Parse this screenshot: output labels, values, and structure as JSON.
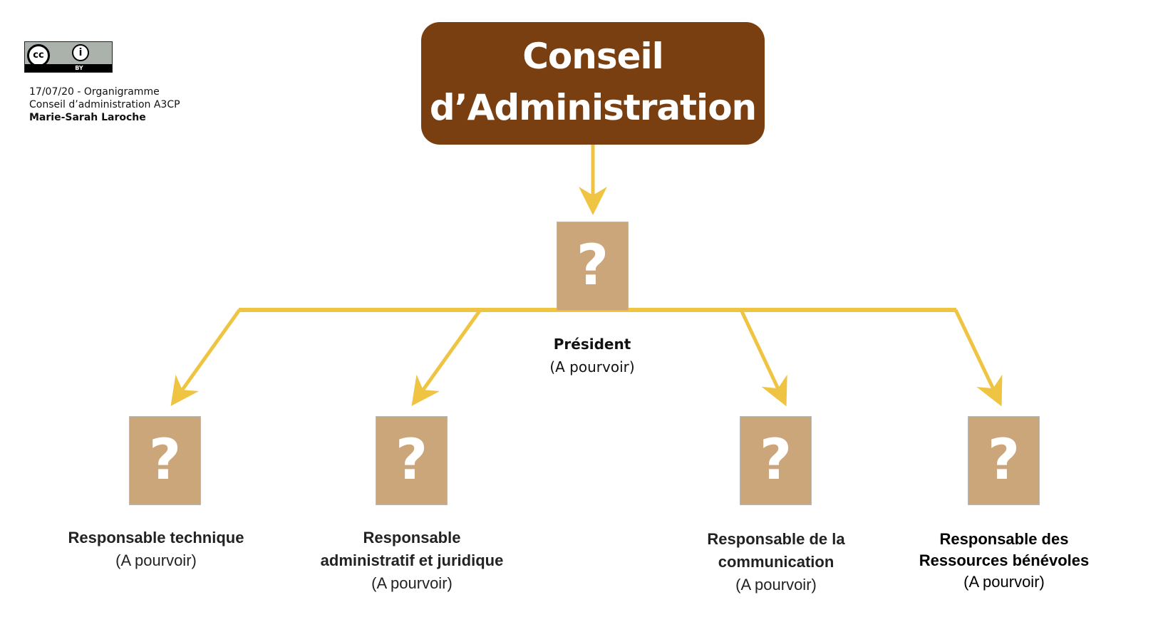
{
  "license": {
    "badge_text": "BY",
    "cc_text": "cc",
    "by_icon": "person-icon"
  },
  "meta": {
    "line1": "17/07/20 - Organigramme",
    "line2": "Conseil d’administration A3CP",
    "author": "Marie-Sarah Laroche"
  },
  "title": {
    "line1": "Conseil",
    "line2": "d’Administration"
  },
  "colors": {
    "title_bg": "#793f10",
    "connector": "#f0c443",
    "placeholder_box": "#cba67b"
  },
  "president": {
    "placeholder": "?",
    "role": "Président",
    "status": "(A pourvoir)"
  },
  "members": [
    {
      "placeholder": "?",
      "role_lines": [
        "Responsable technique"
      ],
      "status": "(A pourvoir)"
    },
    {
      "placeholder": "?",
      "role_lines": [
        "Responsable",
        "administratif et juridique"
      ],
      "status": "(A pourvoir)"
    },
    {
      "placeholder": "?",
      "role_lines": [
        "Responsable de la",
        "communication"
      ],
      "status": "(A pourvoir)"
    },
    {
      "placeholder": "?",
      "role_lines": [
        "Responsable des",
        "Ressources bénévoles"
      ],
      "status": "(A pourvoir)"
    }
  ]
}
